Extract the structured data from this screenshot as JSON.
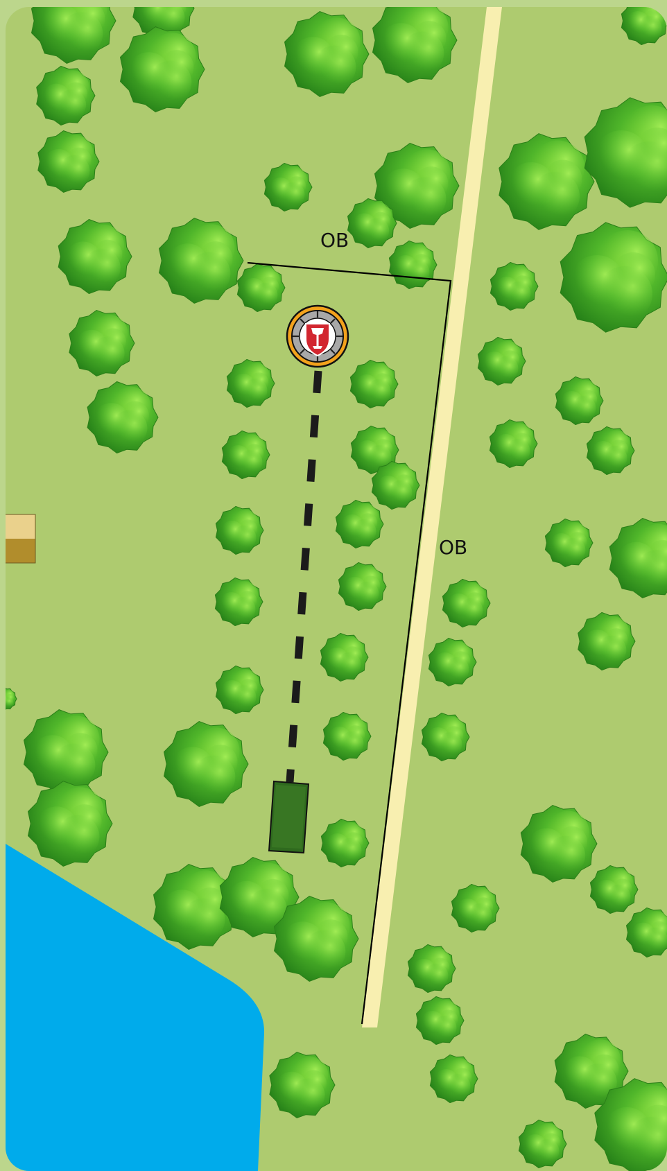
{
  "map": {
    "colors": {
      "frame": "#bcd68c",
      "grass": "#aecb6f",
      "path": "#f8efb0",
      "water": "#00abeb",
      "tee": "#2f6a1e",
      "basket_outer": "#f3a21c",
      "basket_inner": "#a8a8a8",
      "basket_shield": "#d22630",
      "building_top": "#ead18c",
      "building_side": "#b18d2c"
    },
    "ob_labels": [
      "OB",
      "OB"
    ],
    "icons": {
      "basket": "disc-golf-basket-icon",
      "tee": "tee-pad",
      "tree": "tree-icon",
      "building": "building-icon"
    }
  }
}
